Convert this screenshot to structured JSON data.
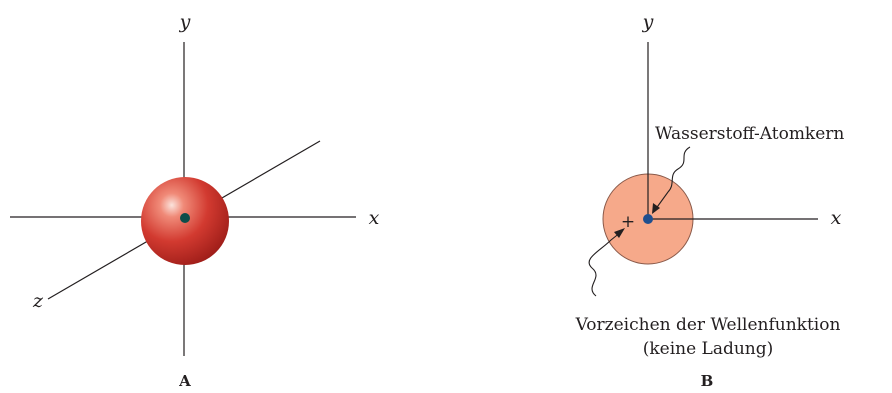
{
  "panel_a": {
    "label": "A",
    "axis_x": "x",
    "axis_y": "y",
    "axis_z": "z"
  },
  "panel_b": {
    "label": "B",
    "axis_x": "x",
    "axis_y": "y",
    "nucleus_label": "Wasserstoff-Atomkern",
    "sign_symbol": "+",
    "sign_label_line1": "Vorzeichen der Wellenfunktion",
    "sign_label_line2": "(keine Ladung)"
  },
  "colors": {
    "sphere_red": "#c8302a",
    "orbital_fill": "#f6a98a",
    "nucleus_a": "#0d4d4a",
    "nucleus_b": "#1f4f8f"
  }
}
